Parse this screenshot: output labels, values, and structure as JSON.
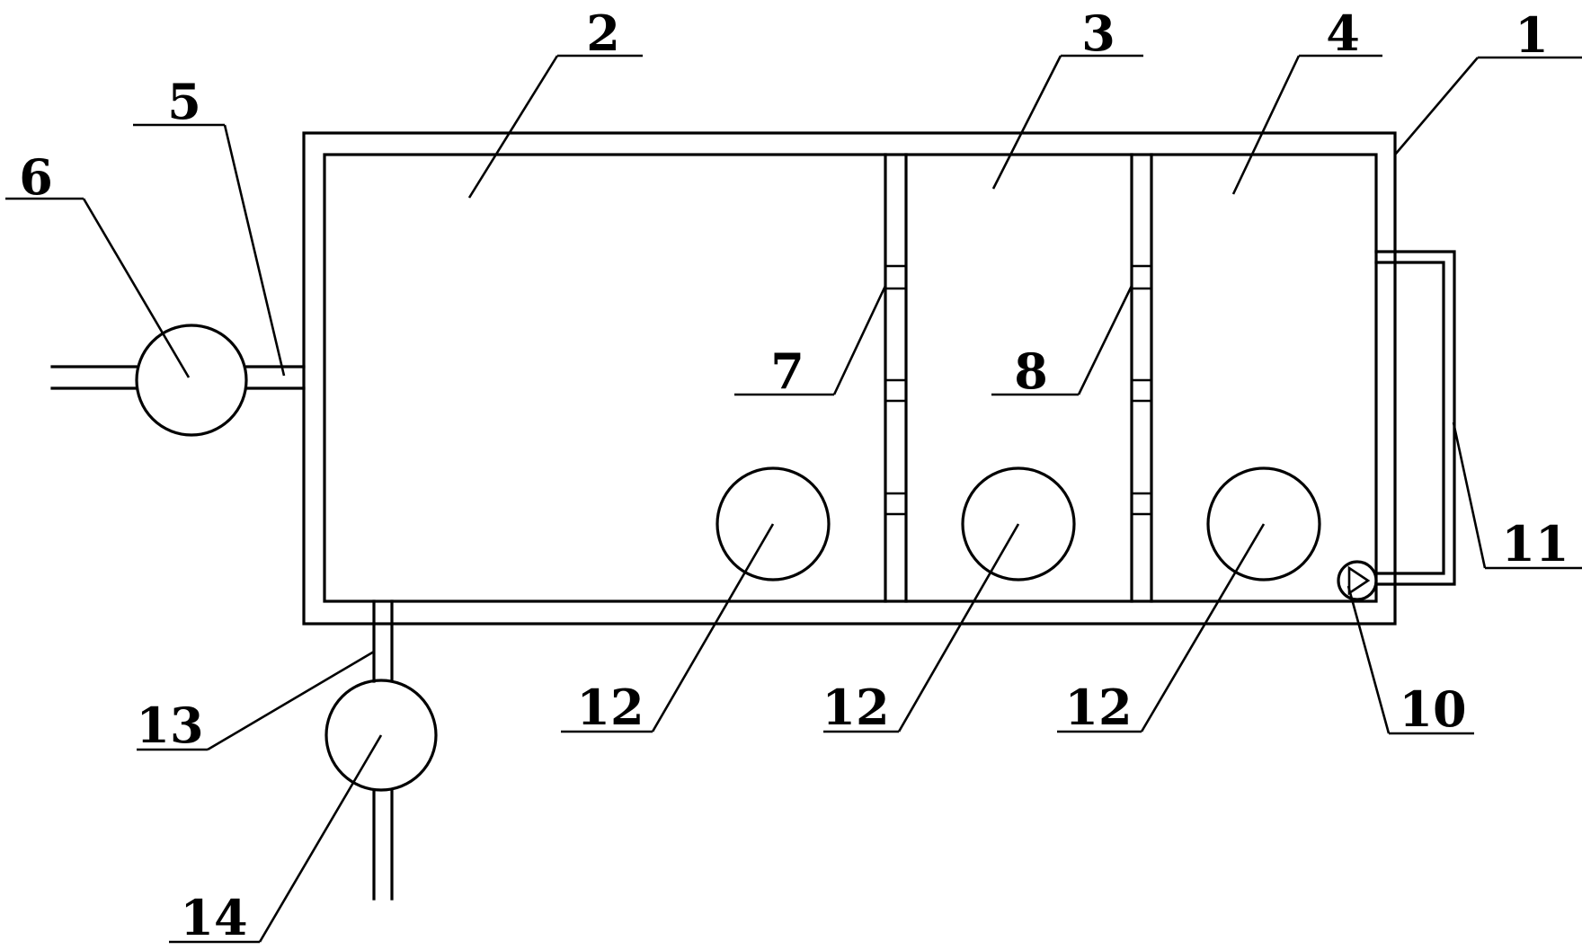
{
  "diagram": {
    "labels": {
      "l1": "1",
      "l2": "2",
      "l3": "3",
      "l4": "4",
      "l5": "5",
      "l6": "6",
      "l7": "7",
      "l8": "8",
      "l10": "10",
      "l11": "11",
      "l12a": "12",
      "l12b": "12",
      "l12c": "12",
      "l13": "13",
      "l14": "14"
    }
  }
}
